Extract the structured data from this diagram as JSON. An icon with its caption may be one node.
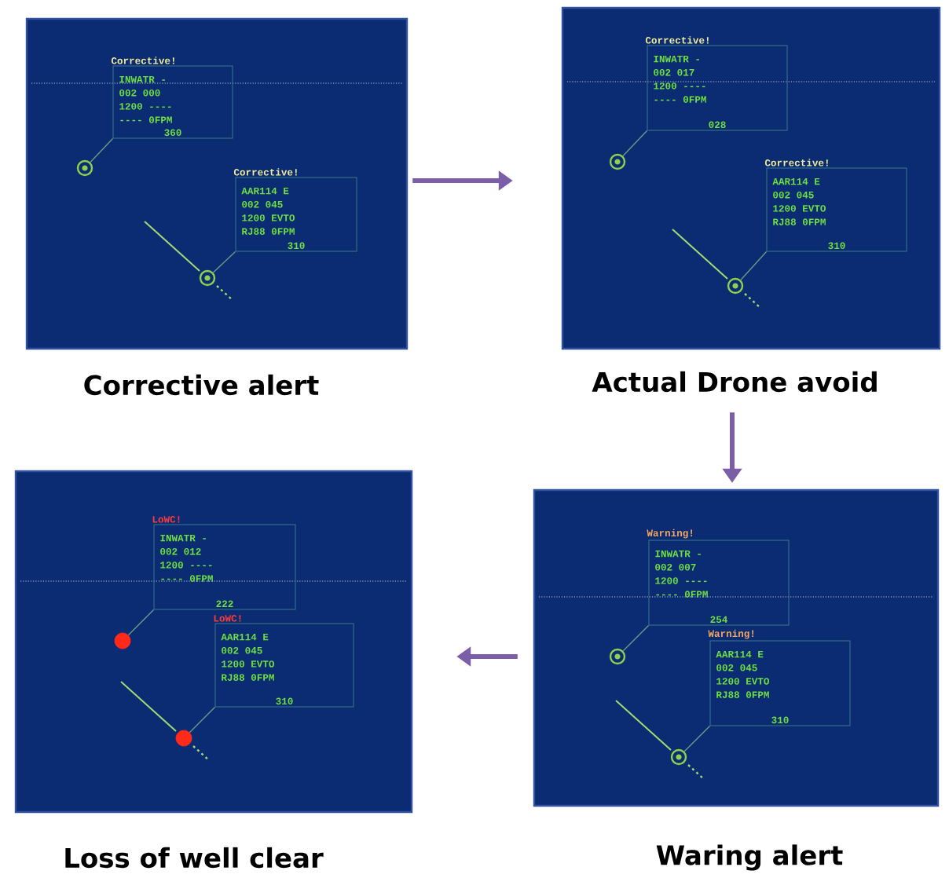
{
  "diagram": {
    "nodes": [
      {
        "text": [],
        "shape": "box",
        "beside": [
          "Corrective alert"
        ]
      },
      {
        "text": [
          "Corrective!",
          "INWATR -",
          "002 000",
          "1200 ----",
          "---- 0FPM",
          "360"
        ],
        "in": 0
      },
      {
        "text": [
          "Corrective!",
          "AAR114 E",
          "002 045",
          "1200 EVTO",
          "RJ88 0FPM",
          "310"
        ],
        "in": 0
      },
      {
        "text": [],
        "shape": "circle",
        "in": 0
      },
      {
        "text": [],
        "shape": "circle",
        "in": 0
      },
      {
        "text": [],
        "shape": "box",
        "beside": [
          "Actual Drone avoid"
        ]
      },
      {
        "text": [
          "Corrective!",
          "INWATR -",
          "002 017",
          "1200 ----",
          "---- 0FPM",
          "028"
        ],
        "in": 5
      },
      {
        "text": [
          "Corrective!",
          "AAR114 E",
          "002 045",
          "1200 EVTO",
          "RJ88 0FPM",
          "310"
        ],
        "in": 5
      },
      {
        "text": [],
        "shape": "circle",
        "in": 5
      },
      {
        "text": [],
        "shape": "circle",
        "in": 5
      },
      {
        "text": [],
        "shape": "box",
        "beside": [
          "Loss of well clear"
        ]
      },
      {
        "text": [
          "LoWC!",
          "INWATR -",
          "002 012",
          "1200 ----",
          "---- 0FPM",
          "222"
        ],
        "in": 10
      },
      {
        "text": [
          "LoWC!",
          "AAR114 E",
          "002 045",
          "1200 EVTO",
          "RJ88 0FPM",
          "310"
        ],
        "in": 10
      },
      {
        "text": [],
        "shape": "circle",
        "in": 10
      },
      {
        "text": [],
        "shape": "circle",
        "in": 10
      },
      {
        "text": [],
        "shape": "box",
        "beside": [
          "Waring alert"
        ]
      },
      {
        "text": [
          "Warning!",
          "INWATR -",
          "002 007",
          "1200 ----",
          "---- 0FPM",
          "254"
        ],
        "in": 15
      },
      {
        "text": [
          "Warning!",
          "AAR114 E",
          "002 045",
          "1200 EVTO",
          "RJ88 0FPM",
          "310"
        ],
        "in": 15
      },
      {
        "text": [],
        "shape": "circle",
        "in": 15
      },
      {
        "text": [],
        "shape": "circle",
        "in": 15
      }
    ],
    "edges": [
      {
        "from": 0,
        "to": 5,
        "arrow": "to",
        "style": "thick",
        "color": "#7b5ea7"
      },
      {
        "from": 5,
        "to": 15,
        "arrow": "to",
        "style": "thick",
        "color": "#7b5ea7"
      },
      {
        "from": 15,
        "to": 10,
        "arrow": "to",
        "style": "thick",
        "color": "#7b5ea7"
      },
      {
        "from": 3,
        "to": 1,
        "arrow": "none"
      },
      {
        "from": 4,
        "to": 2,
        "arrow": "none"
      },
      {
        "from": 8,
        "to": 6,
        "arrow": "none"
      },
      {
        "from": 9,
        "to": 7,
        "arrow": "none"
      },
      {
        "from": 13,
        "to": 11,
        "arrow": "none"
      },
      {
        "from": 14,
        "to": 12,
        "arrow": "none"
      },
      {
        "from": 18,
        "to": 16,
        "arrow": "none"
      },
      {
        "from": 19,
        "to": 17,
        "arrow": "none"
      }
    ]
  }
}
